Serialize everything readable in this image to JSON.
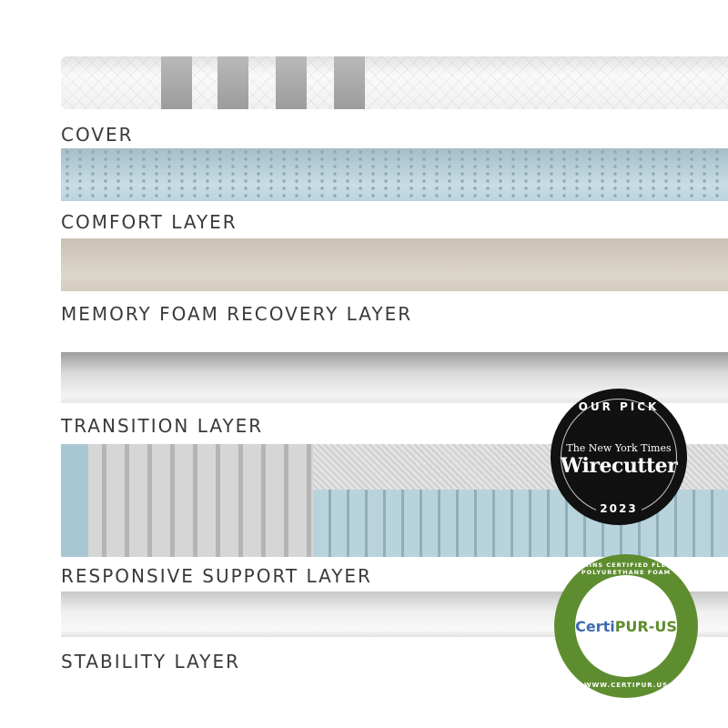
{
  "layers": [
    {
      "label": "COVER"
    },
    {
      "label": "COMFORT LAYER"
    },
    {
      "label": "MEMORY FOAM RECOVERY LAYER"
    },
    {
      "label": "TRANSITION LAYER"
    },
    {
      "label": "RESPONSIVE SUPPORT LAYER"
    },
    {
      "label": "STABILITY LAYER"
    }
  ],
  "wirecutter_badge": {
    "top": "OUR PICK",
    "publisher": "The New York Times",
    "name": "Wirecutter",
    "year": "2023"
  },
  "certipur_badge": {
    "ring_text": "CONTAINS CERTIFIED FLEXIBLE POLYURETHANE FOAM",
    "logo_a": "Certi",
    "logo_b": "PUR-US",
    "url": "WWW.CERTIPUR.US"
  }
}
